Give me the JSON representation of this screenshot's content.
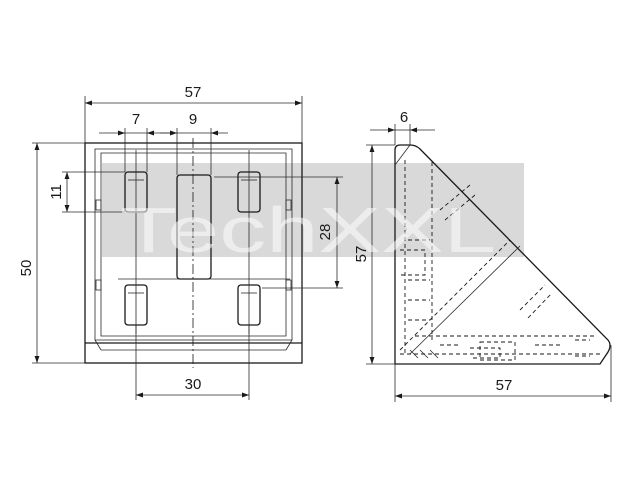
{
  "watermark": {
    "text": "TechXXL",
    "box_color": "#d9d9d9"
  },
  "front_view": {
    "dimensions": {
      "overall_width": "57",
      "slot_width": "7",
      "center_slot_width": "9",
      "slot_height": "11",
      "overall_height": "50",
      "hole_spacing_vertical": "28",
      "hole_spacing_horizontal": "30"
    }
  },
  "side_view": {
    "dimensions": {
      "thickness": "6",
      "height": "57",
      "width": "57"
    }
  }
}
